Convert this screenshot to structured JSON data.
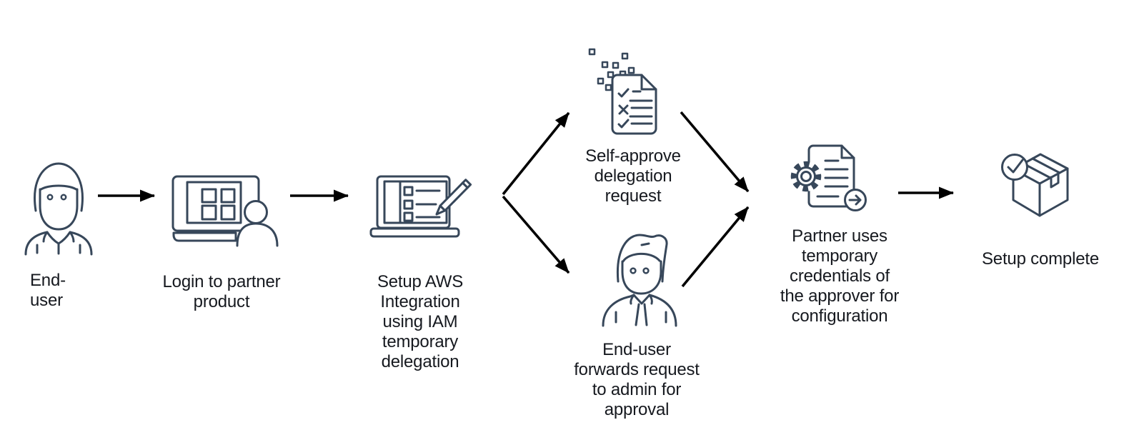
{
  "diagram": {
    "colors": {
      "background": "#ffffff",
      "icon_stroke": "#37475a",
      "arrow": "#000000",
      "text": "#16191f"
    },
    "nodes": [
      {
        "id": "end-user",
        "icon": "user-icon",
        "label": "End-\nuser"
      },
      {
        "id": "login-partner",
        "icon": "laptop-user-icon",
        "label": "Login to partner\nproduct"
      },
      {
        "id": "setup-integration",
        "icon": "laptop-checklist-pencil-icon",
        "label": "Setup AWS\nIntegration\nusing IAM\ntemporary\ndelegation"
      },
      {
        "id": "self-approve",
        "icon": "document-checklist-icon",
        "label": "Self-approve\ndelegation\nrequest"
      },
      {
        "id": "forward-to-admin",
        "icon": "admin-user-icon",
        "label": "End-user\nforwards request\nto admin for\napproval"
      },
      {
        "id": "partner-credentials",
        "icon": "document-gear-arrow-icon",
        "label": "Partner uses\ntemporary\ncredentials of\nthe approver for\nconfiguration"
      },
      {
        "id": "setup-complete",
        "icon": "package-check-icon",
        "label": "Setup complete"
      }
    ],
    "edges": [
      {
        "from": "end-user",
        "to": "login-partner"
      },
      {
        "from": "login-partner",
        "to": "setup-integration"
      },
      {
        "from": "setup-integration",
        "to": "self-approve"
      },
      {
        "from": "setup-integration",
        "to": "forward-to-admin"
      },
      {
        "from": "self-approve",
        "to": "partner-credentials"
      },
      {
        "from": "forward-to-admin",
        "to": "partner-credentials"
      },
      {
        "from": "partner-credentials",
        "to": "setup-complete"
      }
    ]
  }
}
